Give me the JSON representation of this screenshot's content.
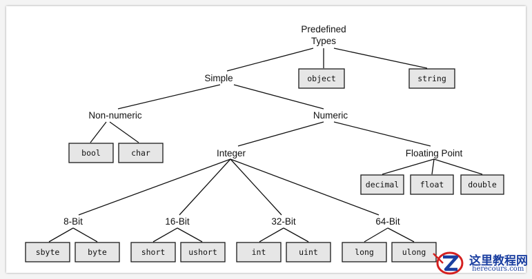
{
  "nodes": {
    "predefined": [
      "Predefined",
      "Types"
    ],
    "simple": "Simple",
    "object": "object",
    "string": "string",
    "non_numeric": "Non-numeric",
    "numeric": "Numeric",
    "bool": "bool",
    "char": "char",
    "integer": "Integer",
    "floating_point": "Floating Point",
    "decimal": "decimal",
    "float": "float",
    "double": "double",
    "bit8": "8-Bit",
    "bit16": "16-Bit",
    "bit32": "32-Bit",
    "bit64": "64-Bit",
    "sbyte": "sbyte",
    "byte": "byte",
    "short": "short",
    "ushort": "ushort",
    "int": "int",
    "uint": "uint",
    "long": "long",
    "ulong": "ulong"
  },
  "watermark": {
    "title": "这里教程网",
    "url": "herecours.com"
  },
  "colors": {
    "box_fill": "#e6e6e6",
    "line": "#111111",
    "watermark_blue": "#1b3fa0",
    "watermark_red": "#d42020"
  }
}
